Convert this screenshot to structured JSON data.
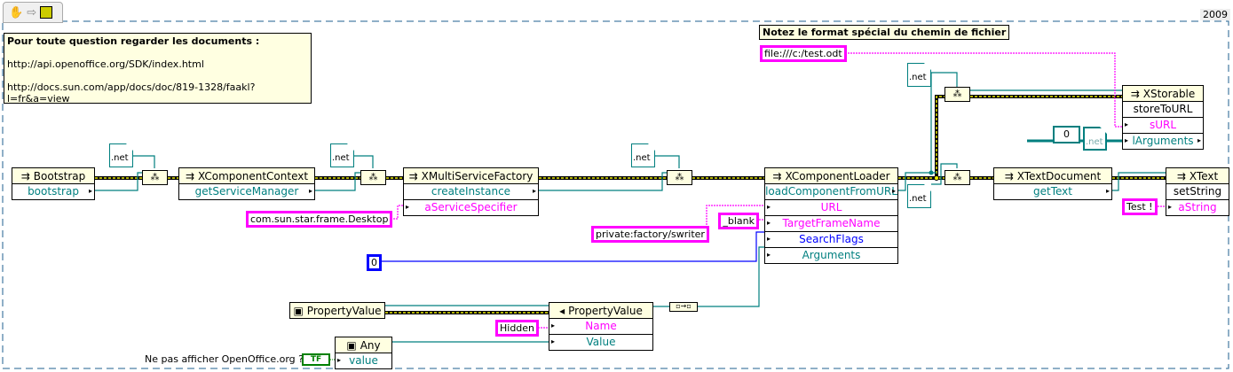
{
  "toolbar": {
    "icons": [
      "hand-icon",
      "arrow-icon",
      "vi-icon"
    ],
    "version": "2009"
  },
  "comments": {
    "docs": {
      "title": "Pour toute question regarder les documents :",
      "link1": "http://api.openoffice.org/SDK/index.html",
      "link2": "http://docs.sun.com/app/docs/doc/819-1328/faakl?l=fr&a=view"
    },
    "path_note": "Notez le format spécial du chemin de fichier"
  },
  "nodes": {
    "bootstrap": {
      "title": "Bootstrap",
      "method": "bootstrap"
    },
    "context": {
      "title": "XComponentContext",
      "method": "getServiceManager"
    },
    "factory": {
      "title": "XMultiServiceFactory",
      "method": "createInstance",
      "param": "aServiceSpecifier"
    },
    "loader": {
      "title": "XComponentLoader",
      "method": "loadComponentFromURL",
      "params": [
        "URL",
        "TargetFrameName",
        "SearchFlags",
        "Arguments"
      ]
    },
    "textdoc": {
      "title": "XTextDocument",
      "method": "getText"
    },
    "text": {
      "title": "XText",
      "method": "setString",
      "param": "aString"
    },
    "storable": {
      "title": "XStorable",
      "method": "storeToURL",
      "params": [
        "sURL",
        "lArguments"
      ]
    },
    "propctor": {
      "title": "PropertyValue"
    },
    "propnode": {
      "title": "PropertyValue",
      "params": [
        "Name",
        "Value"
      ]
    },
    "any": {
      "title": "Any",
      "param": "value"
    }
  },
  "constants": {
    "service": "com.sun.star.frame.Desktop",
    "factory_url": "private:factory/swriter",
    "frame": "_blank",
    "file": "file:///c:/test.odt",
    "text": "Test !",
    "hidden": "Hidden",
    "flags": "0",
    "array_index": "0",
    "net": ".net"
  },
  "control": {
    "label": "Ne pas afficher OpenOffice.org ?",
    "value": "TF"
  },
  "colors": {
    "refnum": "#000000",
    "teal": "#007f7f",
    "string": "#ff00ff",
    "integer": "#0000ff",
    "boolean": "#008000",
    "comment": "#ffffe1"
  }
}
